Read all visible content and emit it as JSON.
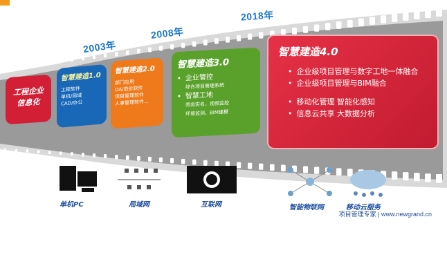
{
  "years": [
    "2003年",
    "2008年",
    "2018年"
  ],
  "cards": [
    {
      "title": "工程企业\n信息化",
      "lines": [],
      "color": "#d21f35"
    },
    {
      "title": "智慧建造1.0",
      "lines": [
        "工程软件",
        "单机/局域",
        "CAD/办公"
      ],
      "color": "#1968b8"
    },
    {
      "title": "智慧建造2.0",
      "lines": [
        "部门应用",
        "OA/造价软件",
        "项目管理软件",
        "人事管理软件..."
      ],
      "color": "#ee7a1c"
    },
    {
      "title": "智慧建造3.0",
      "lines": [
        "企业管控",
        "综合项目管理系统",
        "智慧工地",
        "劳务实名、视频监控",
        "环境监测、BIM建模"
      ],
      "color": "#5aa12c"
    },
    {
      "title": "智慧建造4.0",
      "lines": [
        "企业级项目管理与数字工地一体融合",
        "企业级项目管理与BIM融合",
        "移动化管理   智能化感知",
        "信息云共享   大数据分析"
      ],
      "color": "#d9253b"
    }
  ],
  "icons": [
    {
      "icon": "single-pc-icon",
      "label": "单机PC"
    },
    {
      "icon": "lan-icon",
      "label": "局域网"
    },
    {
      "icon": "internet-icon",
      "label": "互联网"
    },
    {
      "icon": "iot-icon",
      "label": "智能物联网"
    },
    {
      "icon": "mobile-cloud-icon",
      "label": "移动云服务"
    }
  ],
  "footer": "项目管理专家 | www.newgrand.cn"
}
